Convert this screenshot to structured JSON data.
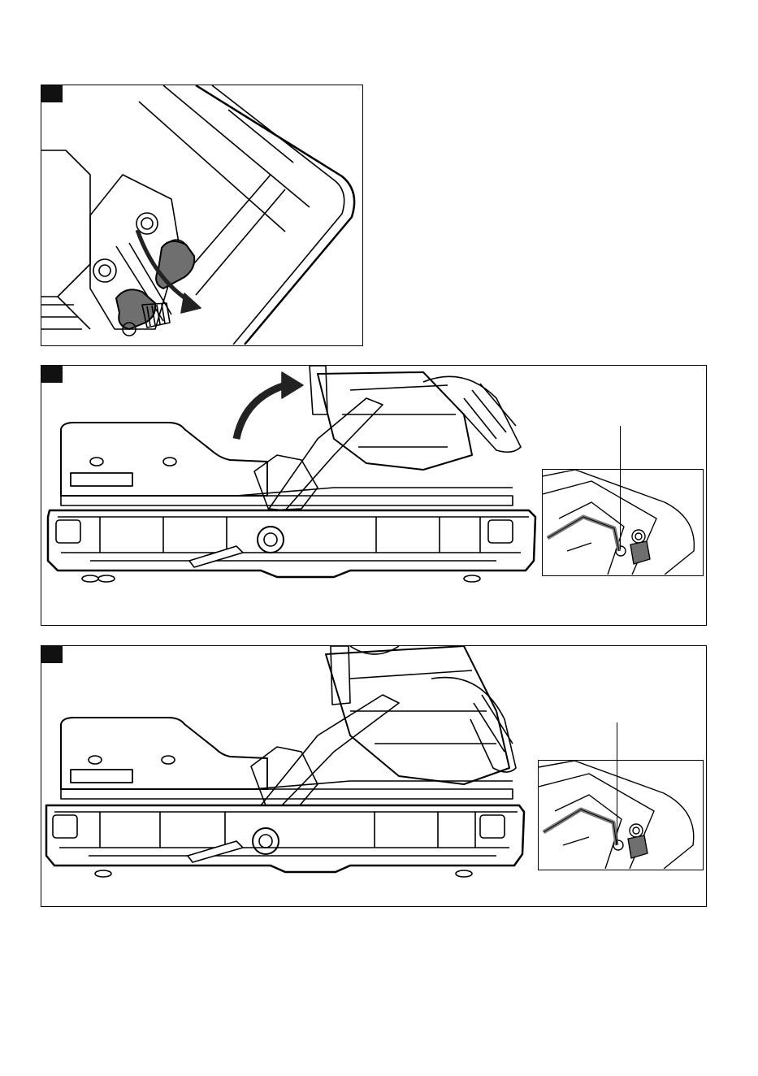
{
  "figures": [
    {
      "id": "fig-1",
      "tab_color": "#111111"
    },
    {
      "id": "fig-2",
      "tab_color": "#111111"
    },
    {
      "id": "fig-3",
      "tab_color": "#111111"
    }
  ],
  "colors": {
    "line": "#000000",
    "lever_fill": "#6f6f6f",
    "arrow_fill": "#222222",
    "tool_fill": "#7a7a7a"
  },
  "icons": {
    "rotation_arrow": "curved-arrow-icon",
    "hex_key": "hex-key-icon"
  }
}
